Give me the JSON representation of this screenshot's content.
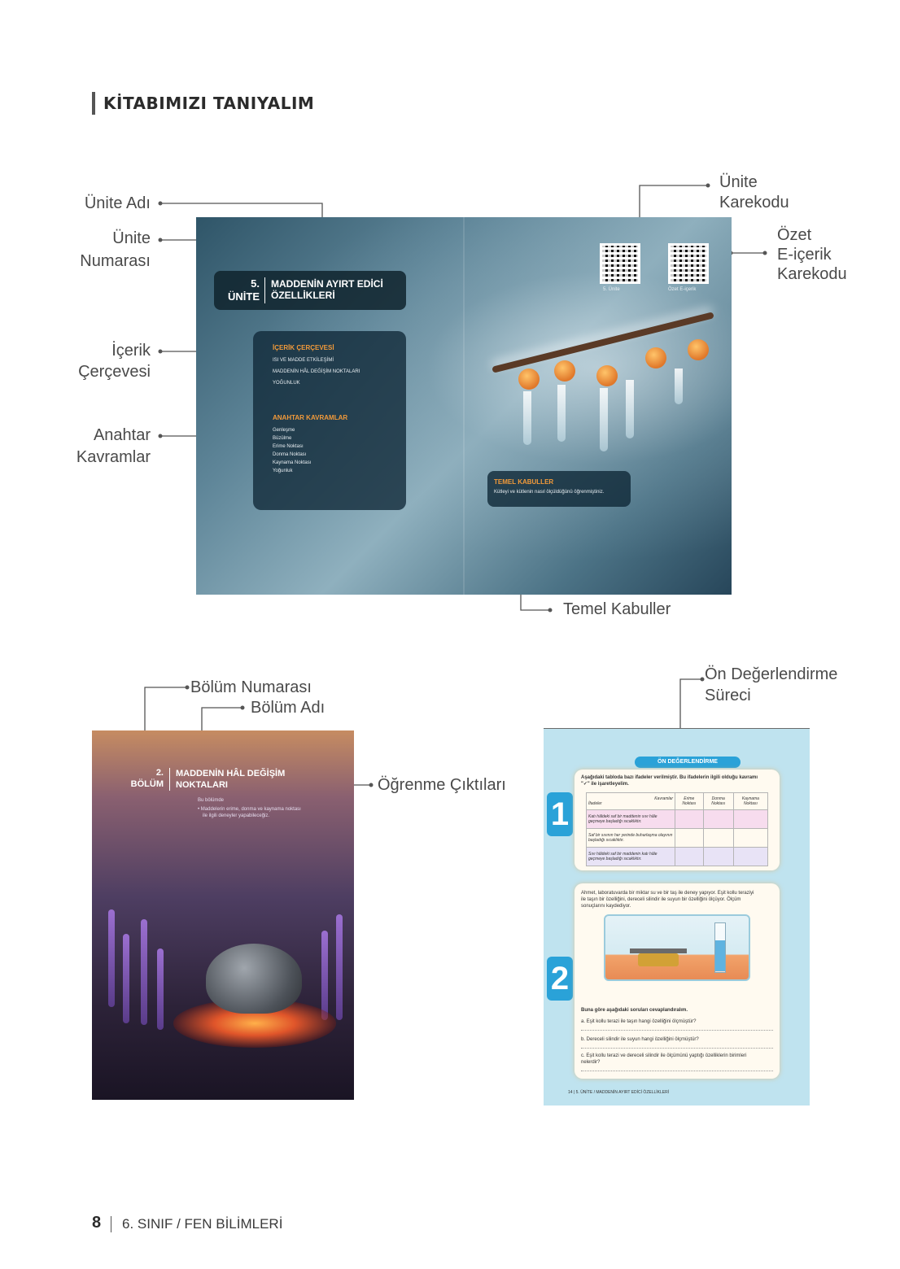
{
  "header": {
    "title": "KİTABIMIZI TANIYALIM"
  },
  "labels": {
    "unite_adi": "Ünite Adı",
    "unite_numarasi_1": "Ünite",
    "unite_numarasi_2": "Numarası",
    "icerik_1": "İçerik",
    "icerik_2": "Çerçevesi",
    "anahtar_1": "Anahtar",
    "anahtar_2": "Kavramlar",
    "unite_karekodu_1": "Ünite",
    "unite_karekodu_2": "Karekodu",
    "ozet_1": "Özet",
    "ozet_2": "E-içerik",
    "ozet_3": "Karekodu",
    "temel_kabuller": "Temel Kabuller",
    "bolum_numarasi": "Bölüm Numarası",
    "bolum_adi": "Bölüm Adı",
    "ogrenme_ciktilari": "Öğrenme Çıktıları",
    "on_degerlendirme_1": "Ön Değerlendirme",
    "on_degerlendirme_2": "Süreci"
  },
  "unit_spread": {
    "unit_number": "5.",
    "unit_word": "ÜNİTE",
    "unit_name_1": "MADDENİN AYIRT EDİCİ",
    "unit_name_2": "ÖZELLİKLERİ",
    "content_frame_heading": "İÇERİK ÇERÇEVESİ",
    "content_frame_items": [
      "ISI VE MADDE ETKİLEŞİMİ",
      "MADDENİN HÂL DEĞİŞİM NOKTALARI",
      "YOĞUNLUK"
    ],
    "key_concepts_heading": "ANAHTAR KAVRAMLAR",
    "key_concepts": [
      "Genleşme",
      "Büzülme",
      "Erime Noktası",
      "Donma Noktası",
      "Kaynama Noktası",
      "Yoğunluk"
    ],
    "qr_unit_caption": "5. Ünite",
    "qr_summary_caption": "Özet E-içerik",
    "assumptions_heading": "TEMEL KABULLER",
    "assumptions_text": "Kütleyi ve kütlenin nasıl ölçüldüğünü öğrenmiştiniz."
  },
  "section_page": {
    "section_number": "2.",
    "section_word": "BÖLÜM",
    "section_name_1": "MADDENİN HÂL DEĞİŞİM",
    "section_name_2": "NOKTALARI",
    "intro": "Bu bölümde",
    "outcome_1": "• Maddelerin erime, donma ve kaynama noktası",
    "outcome_2": "ile ilgili deneyler yapabileceğiz."
  },
  "assessment_page": {
    "tab": "ÖN DEĞERLENDİRME",
    "q1_number": "1",
    "q1_text_1": "Aşağıdaki tabloda bazı ifadeler verilmiştir. Bu ifadelerin ilgili olduğu kavramı",
    "q1_text_2": "\"✓\" ile işaretleyelim.",
    "table_header_concepts": "Kavramlar",
    "table_header_statements": "İfadeler",
    "table_cols": [
      "Erime Noktası",
      "Donma Noktası",
      "Kaynama Noktası"
    ],
    "table_rows": [
      "Katı hâldeki saf bir maddenin sıvı hâle geçmeye başladığı sıcaklıktır.",
      "Saf bir sıvının her yerinde buharlaşma olayının başladığı sıcaklıktır.",
      "Sıvı hâldeki saf bir maddenin katı hâle geçmeye başladığı sıcaklıktır."
    ],
    "q2_number": "2",
    "q2_text_1": "Ahmet, laboratuvarda bir miktar su ve bir taş ile deney yapıyor. Eşit kollu teraziyi",
    "q2_text_2": "ile taşın bir özelliğini, dereceli silindir ile suyun bir özelliğini ölçüyor. Ölçüm",
    "q2_text_3": "sonuçlarını kaydediyor.",
    "q2_prompt": "Buna göre aşağıdaki soruları cevaplandıralım.",
    "q2_a": "a. Eşit kollu terazi ile taşın hangi özelliğini ölçmüştür?",
    "q2_b": "b. Dereceli silindir ile suyun hangi özelliğini ölçmüştür?",
    "q2_c_1": "c. Eşit kollu terazi ve dereceli silindir ile ölçümünü yaptığı özelliklerin birimleri",
    "q2_c_2": "nelerdir?",
    "footer": "14  |  5. ÜNİTE / MADDENİN AYIRT EDİCİ ÖZELLİKLERİ"
  },
  "footer": {
    "page_number": "8",
    "text": "6. SINIF / FEN BİLİMLERİ"
  },
  "colors": {
    "accent_orange": "#f29a3a",
    "accent_blue": "#2aa2d8",
    "label_gray": "#4a4a4a"
  }
}
